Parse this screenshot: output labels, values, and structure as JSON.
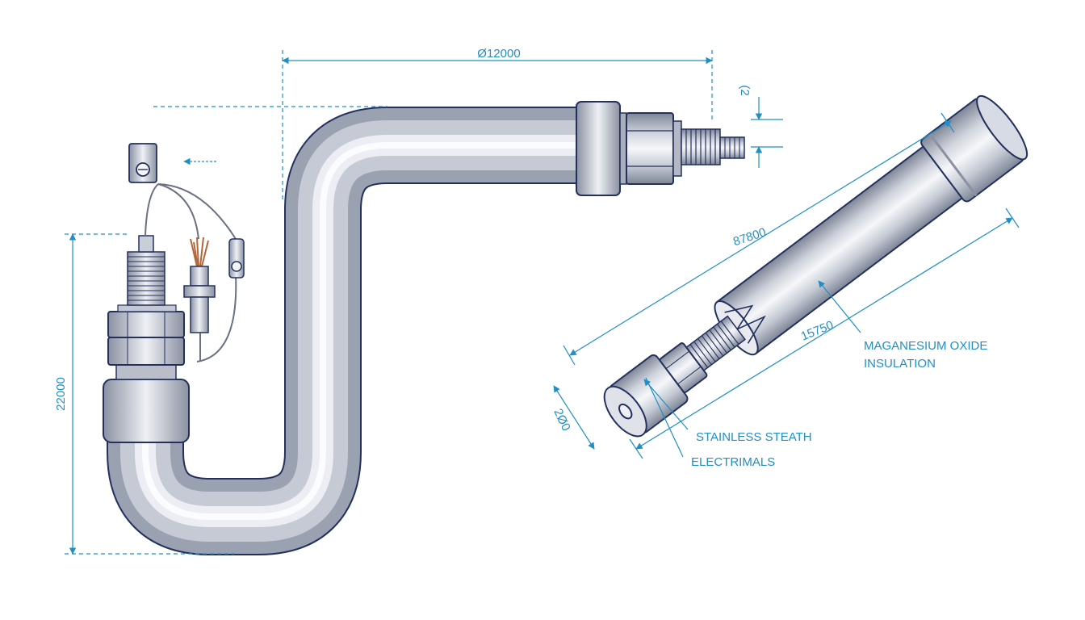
{
  "colors": {
    "dimension": "#1f8fc4",
    "outline": "#23305e",
    "metal_light": "#f2f4f8",
    "metal_mid": "#c2c7d2",
    "metal_dark": "#7d8596",
    "copper": "#b0683a"
  },
  "dimensions": {
    "top_span": "Ø12000",
    "left_height": "22000",
    "thread_size": "(2",
    "sheath_length": "87800",
    "body_length": "15750",
    "end_diameter": "2Ø0"
  },
  "callouts": {
    "insulation_line1": "MAGANESIUM OXIDE",
    "insulation_line2": "INSULATION",
    "sheath": "STAINLESS STEATH",
    "terminals": "ELECTRIMALS"
  }
}
